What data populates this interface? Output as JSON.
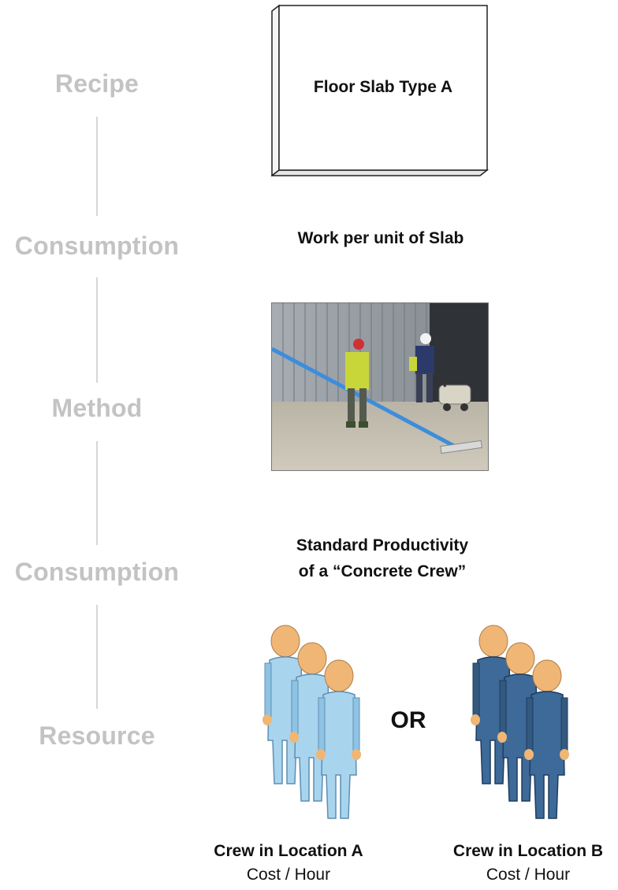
{
  "levels": {
    "recipe": "Recipe",
    "consumption1": "Consumption",
    "method": "Method",
    "consumption2": "Consumption",
    "resource": "Resource"
  },
  "recipe_box": {
    "label": "Floor Slab Type A"
  },
  "consumption1_text": "Work per unit of Slab",
  "consumption2_text": {
    "line1": "Standard Productivity",
    "line2": "of a “Concrete Crew”"
  },
  "or_text": "OR",
  "crews": [
    {
      "title": "Crew in Location A",
      "subtitle": "Cost / Hour",
      "color": "light-blue",
      "hex": "#a9d4ee"
    },
    {
      "title": "Crew in Location B",
      "subtitle": "Cost / Hour",
      "color": "dark-blue",
      "hex": "#3d6a98"
    }
  ],
  "photo": {
    "icon": "construction-workers-photo"
  }
}
